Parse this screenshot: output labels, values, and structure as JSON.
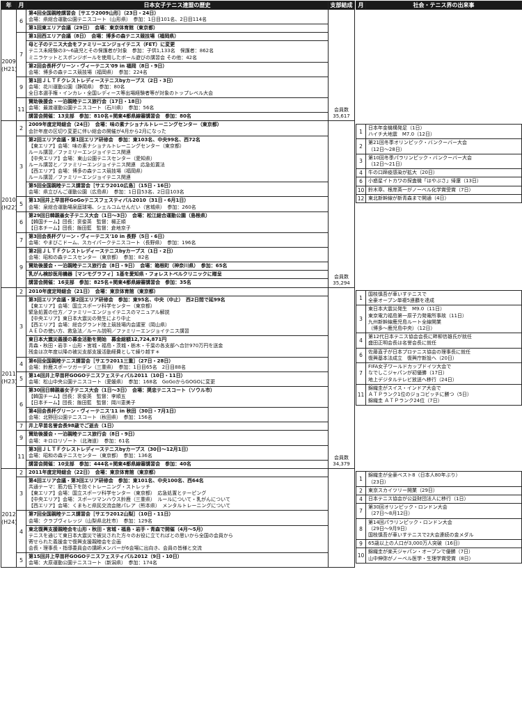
{
  "headers": {
    "year": "年",
    "month": "月",
    "history": "日本女子テニス連盟の歴史",
    "members": "支部結成",
    "side_month": "月",
    "side_title": "社会・テニス界の出来事"
  },
  "years": [
    {
      "year": "2009",
      "era": "(H21)",
      "count_label": "会員数",
      "count": "35,617",
      "months": [
        {
          "m": "6",
          "events": [
            [
              "第4回全国親睦講習会［サエラ2009山形］（23日・24日）",
              "会場：県総合運動公園テニスコート（山形県）　参加：1日目101名、2日目114名"
            ],
            [
              "第1回東エリア会議（29日）　会場：東京体育館（東京都）"
            ]
          ]
        },
        {
          "m": "7",
          "events": [
            [
              "第1回西エリア会議（8日）　会場：博多の森テニス競技場（福岡県）"
            ],
            [
              "母と子のテニス大会をファミリーエンジョイテニス（FET）に変更",
              "テニス未経験の3～6歳児とその保護者が対象　参加：子供1,133名　保護者：862名",
              "ミニラケットとスポンジボールを使用したボール遊びの講習会 その他：42名"
            ],
            [
              "第2回会長杯グリーン・ヴィーテニス'09 in 福岡（8日・9日）",
              "会場：博多の森テニス競技場（福岡県）　参加：224名"
            ]
          ]
        },
        {
          "m": "9",
          "events": [
            [
              "第1回ＪＬＴＦクレストレディーステニスbyカープス（2日・3日）",
              "会場：花川運動公園（静岡県）　参加：80名",
              "全日本選手権・インカレ・全国レディース等出場経験者等が対象のトップレベル大会"
            ]
          ]
        },
        {
          "m": "11",
          "events": [
            [
              "賛助後援会・一泊親睦テニス旅行会（17日・18日）",
              "会場：最渡運動公園テニスコート（石川県）　参加：56名"
            ],
            [
              "講習会開催：13支部　参加：810名+関東4都県線審講習会　参加：80名"
            ]
          ]
        }
      ]
    },
    {
      "year": "2010",
      "era": "(H22)",
      "count_label": "会員数",
      "count": "35,294",
      "months": [
        {
          "m": "2",
          "events": [
            [
              "2009年度定時総会（24日）　会場：味の素ナショナルトレーニングセンター（東京都）",
              "会計年度の区切り変更に伴い総会の開催が4月から2月になった"
            ]
          ]
        },
        {
          "m": "3",
          "events": [
            [
              "第2回エリア会議・第1回エリア研修会　参加：東103名、中央99名、西72名",
              "【東エリア】会場：味の素ナショナルトレーニングセンター（東京都）",
              "ルール講習／ファミリーエンジョイテニス関連",
              "【中央エリア】会場：東山公園テニスセンター（愛知県）",
              "ルール講習と／ファミリーエンジョイテニス関連　応急処置法",
              "【西エリア】会場：博多の森テニス競技場（福岡県）",
              "ルール講習／ファミリーエンジョイテニス関連"
            ],
            [
              "第5回全国親睦テニス講習会［サエラ2010広島］（15日・16日）",
              "会場：県立びんご運動公園（広島県）　参加：1日目53名、2日目103名"
            ]
          ]
        },
        {
          "m": "5",
          "events": [
            [
              "第13回井上早苗杯GoGoテニスフェスティバル2010（31日・6月1日）",
              "会場：泉総合運動場泉庭球場、シェルコムせんだい（宮城県）　参加：260名"
            ]
          ]
        },
        {
          "m": "6",
          "events": [
            [
              "第29回日韓親善女子テニス大会（1日～3日）　会場：松江総合運動公園（島根県）",
              "【韓国チーム】団長：裵俊英　監督：楊正順",
              "【日本チーム】団長：飯田藍　監督：倉地京子"
            ]
          ]
        },
        {
          "m": "7",
          "events": [
            [
              "第3回会長杯グリーン・ヴィーテニス'10 in 長野（5日・6日）",
              "会場：やまびこドーム、スカイパークテニスコート（長野県）　参加：196名"
            ]
          ]
        },
        {
          "m": "9",
          "events": [
            [
              "第2回ＪＬＴＦクレストレディーステニスbyカープス（1日・2日）",
              "会場：昭和の森テニスセンター（東京都）　参加：82名"
            ],
            [
              "賛助後援会・一泊親睦テニス旅行会（8日・9日）　会場：箱根町（神奈川県）　参加：65名"
            ],
            [
              "乳がん検診医用機器［マンモグラフィ］1基を愛知県・フォレストベルクリニックに贈呈"
            ],
            [
              "講習会開催：16支部　参加：825名+関東4都県線審講習会　参加：35名"
            ]
          ]
        }
      ]
    },
    {
      "year": "2011",
      "era": "(H23)",
      "count_label": "会員数",
      "count": "34,379",
      "months": [
        {
          "m": "2",
          "events": [
            [
              "2010年度定時総会（21日）　会場：東京体育館（東京都）"
            ]
          ]
        },
        {
          "m": "3",
          "events": [
            [
              "第3回エリア会議・第2回エリア研修会　参加：東95名、中央（中止）　西2日間で延99名",
              "【東エリア】会場：国立スポーツ科学センター（東京都）",
              "緊急処置の仕方／ファミリーエンジョイテニスのマニュアル解説",
              "【中央エリア】東日本大震災の発生により中止",
              "【西エリア】会場：総合グランド陸上競技場内会議室（岡山県）",
              "ＡＥＤの使い方、救急法／ルール説明／ファミリーエンジョイテニス講習"
            ],
            [
              "東日本大震災義援の募金活動を開始　募金総額12,724,871円",
              "青森・秋田・岩手・山形・宮城・福島・茨城・栃木・千葉の各支部へ合計970万円を送金",
              "残金は次年度以降の被災支部支援活動経費として繰り越す＊"
            ]
          ]
        },
        {
          "m": "4",
          "events": [
            [
              "第6回全国親睦テニス講習会［サエラ2011三重］（27日・28日）",
              "会場：鈴鹿スポーツガーデン（三重県）　参加：1日目65名　2日目88名"
            ]
          ]
        },
        {
          "m": "5",
          "events": [
            [
              "第14回井上早苗杯GOGOテニスフェスティバル2011（10日・11日）",
              "会場：松山中央公園テニスコート（愛媛県）　参加：168名　GoGoからGOGOに変更"
            ]
          ]
        },
        {
          "m": "6",
          "events": [
            [
              "第30回日韓親善女子テニス大会（1日～3日）　会場：奨忠テニスコート（ソウル市）",
              "【韓国チーム】団長：裵俊英　監督：李順五",
              "【日本チーム】団長：飯田藍　監督：岡川恵美子"
            ],
            [
              "第4回会長杯グリーン・ヴィーテニス'11 in 秋田（30日・7月1日）",
              "会場：北野田公園テニスコート（秋田県）　参加：156名"
            ]
          ]
        },
        {
          "m": "7",
          "events": [
            [
              "井上早苗名誉会長98歳でご逝去（1日）"
            ]
          ]
        },
        {
          "m": "9",
          "events": [
            [
              "賛助後援会・一泊親睦テニス旅行会（8日・9日）",
              "会場：キロロリゾート（北海道）　参加：61名"
            ]
          ]
        },
        {
          "m": "11",
          "events": [
            [
              "第3回ＪＬＴＦクレストレディーステニスbyカープス（30日～12月1日）",
              "会場：昭和の森テニスセンター（東京都）　参加：136名"
            ],
            [
              "講習会開催：10支部　参加：444名+関東4都県線審講習会　参加：40名"
            ]
          ]
        }
      ]
    },
    {
      "year": "2012",
      "era": "(H24)",
      "months": [
        {
          "m": "2",
          "events": [
            [
              "2011年度定時総会（22日）　会場：東京体育館（東京都）"
            ]
          ]
        },
        {
          "m": "3",
          "events": [
            [
              "第4回エリア会議・第3回エリア研修会　参加：東101名、中央100名、西64名",
              "共通テーマ：筋力低下を防ぐトレーニング・ストレッチ",
              "【東エリア】会場：国立スポーツ科学センター（東京都）　応急処置とテーピング",
              "【中央エリア】会場：スポーツマンハウス鈴鹿（三重県）　ルールについて・乳がんについて",
              "【西エリア】会場：くまもと県民交流会館パレア（熊本県）　メンタルトレーニングについて"
            ]
          ]
        },
        {
          "m": "4",
          "events": [
            [
              "第7回全国親睦テニス講習会［サエラ2012山梨］（10日・11日）",
              "会場：クラブヴィレッジ（山梨県北杜市）　参加：129名"
            ],
            [
              "東北復興支援親睦会を山形・秋田・宮城・福島・岩手・青森で開催（4月～5月）",
              "テニスを通じて東日本大震災で被災された方々のお役に立てればとの思いから全国の会員から",
              "寄せられた義援金で復興支援親睦会を企画",
              "会長・理事長・指導委員会の講師メンバーが6会場に出向き、会員の皆様と交流"
            ]
          ]
        },
        {
          "m": "5",
          "events": [
            [
              "第15回井上早苗杯GOGOテニスフェスティバル2012（9日・10日）",
              "会場：大原運動公園テニスコート（新潟県）　参加：174名"
            ]
          ]
        }
      ]
    }
  ],
  "side": [
    {
      "year": "2010",
      "items": [
        {
          "m": "1",
          "lines": [
            "日本年金機構発足（1日）",
            "ハイチ大地震　M7.0（12日）"
          ]
        },
        {
          "m": "2",
          "lines": [
            "第21回冬季オリンピック・バンクーバー大会",
            "（12日～28日）"
          ]
        },
        {
          "m": "3",
          "lines": [
            "第10回冬季パラリンピック・バンクーバー大会",
            "（12日～21日）"
          ]
        },
        {
          "m": "4",
          "lines": [
            "牛の口蹄疫感染が拡大（20日）"
          ]
        },
        {
          "m": "6",
          "lines": [
            "小惑星イトカワの探査機「はやぶさ」帰還（13日）"
          ]
        },
        {
          "m": "10",
          "lines": [
            "鈴木章、根岸英一がノーベル化学賞受賞（7日）"
          ]
        },
        {
          "m": "12",
          "lines": [
            "東北新幹線が新青森まで開通（4日）"
          ]
        }
      ]
    },
    {
      "year": "2011",
      "items": [
        {
          "m": "1",
          "lines": [
            "国枝慎吾が車いすテニスで",
            "全豪オープン単複5連覇を達成"
          ]
        },
        {
          "m": "3",
          "lines": [
            "東日本大震災発生　M9.0（11日）",
            "東京電力福島第一原子力発電所事故（11日）",
            "九州新幹線鹿児島ルート全線開業",
            "（博多～鹿児島中央）（12日）"
          ]
        },
        {
          "m": "4",
          "lines": [
            "第12代日本テニス協会会長に畔柳信雄氏が就任",
            "盛田正明会長は名誉会長に就任"
          ]
        },
        {
          "m": "6",
          "lines": [
            "佐藤直子が日本プロテニス協会の理事長に就任",
            "復興基本法成立　復興庁新設へ（20日）"
          ]
        },
        {
          "m": "7",
          "lines": [
            "FIFA女子ワールドカップドイツ大会で",
            "なでしこジャパンが初優勝（17日）",
            "地上デジタルテレビ放送へ移行（24日）"
          ]
        },
        {
          "m": "11",
          "lines": [
            "錦織圭がスイス・インドア大会で",
            "ＡＴＰランク1位のジョコビッチに勝つ（5日）",
            "錦織圭 ＡＴＰランク24位（7日）"
          ]
        }
      ]
    },
    {
      "year": "2012",
      "items": [
        {
          "m": "1",
          "lines": [
            "錦織圭が全豪ベスト8（日本人80年ぶり）",
            "（23日）"
          ]
        },
        {
          "m": "2",
          "lines": [
            "東京スカイツリー開業（29日）"
          ]
        },
        {
          "m": "4",
          "lines": [
            "日本テニス協会が公益財団法人に移行（1日）"
          ]
        },
        {
          "m": "7",
          "lines": [
            "第30回オリンピック・ロンドン大会",
            "（27日～8月12日）"
          ]
        },
        {
          "m": "8",
          "lines": [
            "第14回パラリンピック・ロンドン大会",
            "（29日～9月9日）",
            "国枝慎吾が車いすテニスで2大会連続の金メダル"
          ]
        },
        {
          "m": "9",
          "lines": [
            "65歳以上の人口が3,000万人突破（16日）"
          ]
        },
        {
          "m": "10",
          "lines": [
            "錦織圭が楽天ジャパン・オープンで優勝（7日）",
            "山中伸弥がノーベル医学・生理学賞受賞（8日）"
          ]
        }
      ]
    }
  ]
}
